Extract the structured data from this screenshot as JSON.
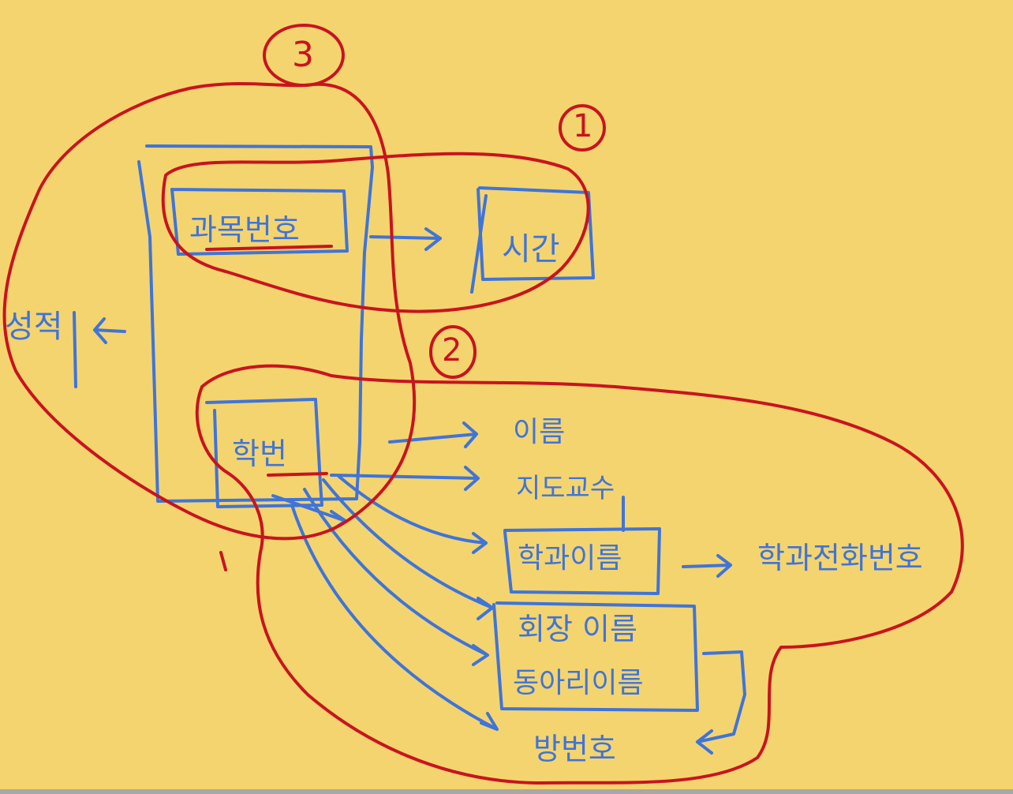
{
  "colors": {
    "background": "#f4d46e",
    "blue_ink": "#3f74d9",
    "red_ink": "#c8141f"
  },
  "circle_numbers": {
    "one": "1",
    "two": "2",
    "three": "3"
  },
  "labels": {
    "course_number": "과목번호",
    "time": "시간",
    "grade": "성적",
    "student_number": "학번",
    "name": "이름",
    "advisor": "지도교수",
    "department_name": "학과이름",
    "department_phone": "학과전화번호",
    "president_name": "회장 이름",
    "club_name": "동아리이름",
    "room_number": "방번호"
  }
}
